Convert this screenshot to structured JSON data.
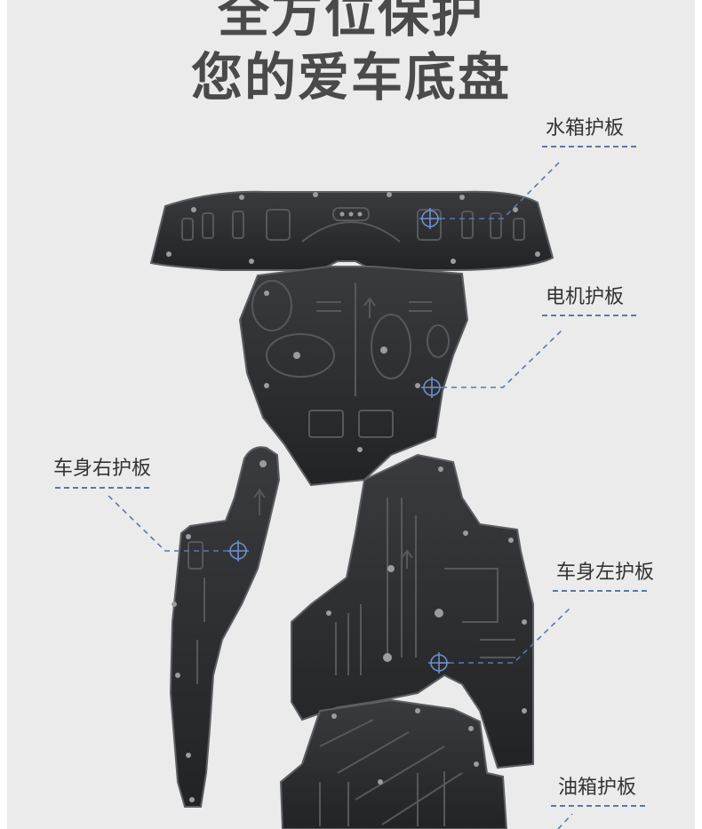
{
  "headline": {
    "line1": "全方位保护",
    "line2": "您的爱车底盘"
  },
  "callouts": {
    "radiator": "水箱护板",
    "engine": "电机护板",
    "right_side": "车身右护板",
    "left_side": "车身左护板",
    "fuel_tank": "油箱护板"
  },
  "colors": {
    "background": "#ebebeb",
    "plate": "#2e2f31",
    "plate_edge": "#5c5e62",
    "leader": "#5b78a8",
    "marker": "#6d8fd0"
  }
}
